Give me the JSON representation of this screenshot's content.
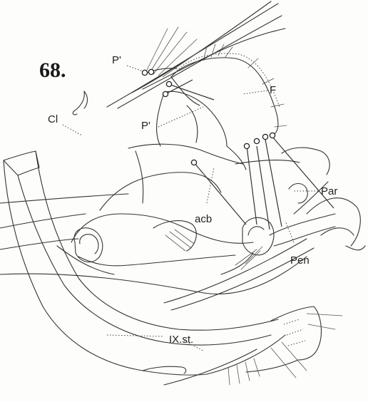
{
  "figure": {
    "number": "68.",
    "labels": {
      "p1": "P'",
      "f": "F",
      "cl": "Cl",
      "p2": "P'",
      "par": "Par",
      "acb": "acb",
      "pen": "Pen",
      "ixst": "IX.st."
    }
  },
  "colors": {
    "ink": "#333333",
    "paper": "#fdfdfb"
  }
}
